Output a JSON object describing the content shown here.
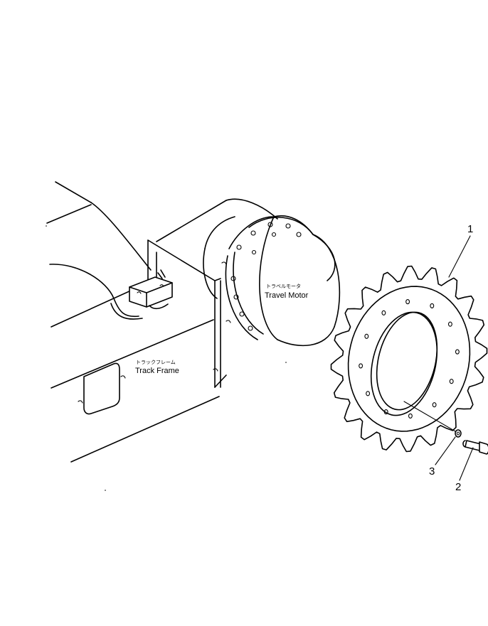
{
  "labels": {
    "travel_motor_jp": "トラベルモータ",
    "travel_motor_en": "Travel Motor",
    "track_frame_jp": "トラックフレーム",
    "track_frame_en": "Track Frame"
  },
  "callouts": [
    "1",
    "2",
    "3"
  ]
}
